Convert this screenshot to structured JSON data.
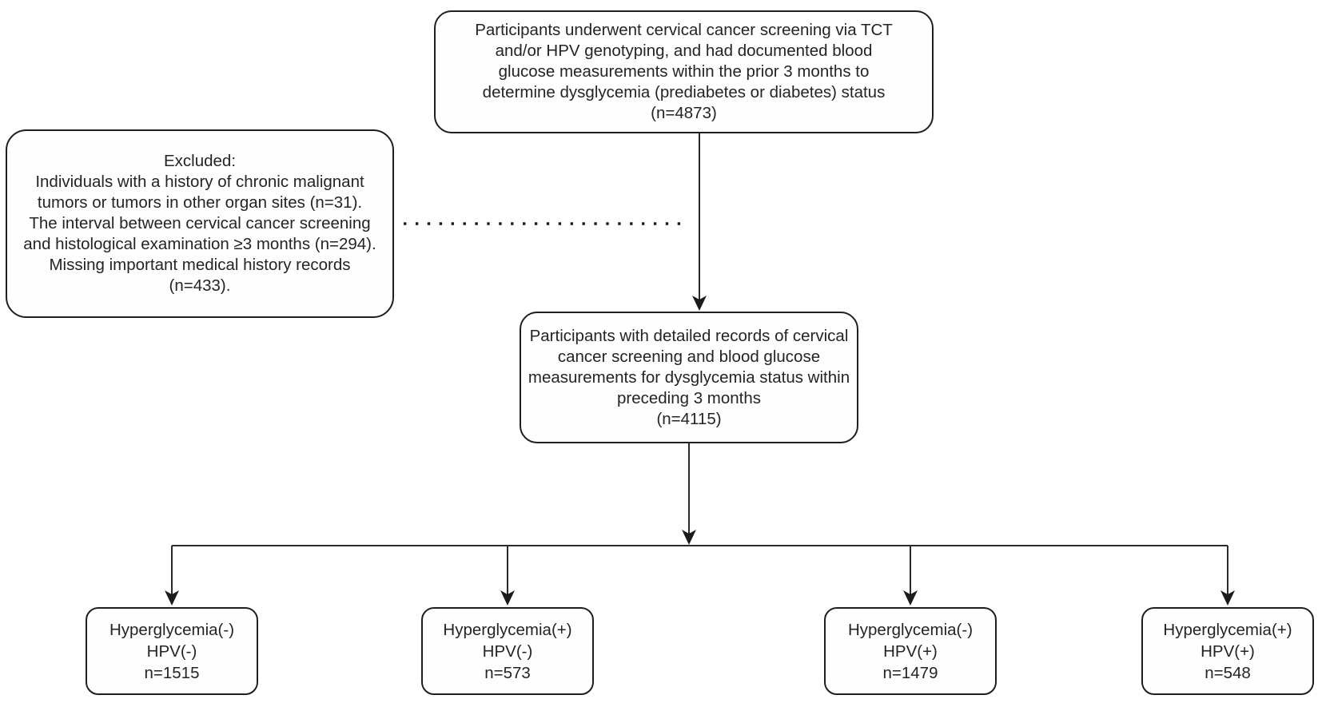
{
  "flowchart": {
    "top_box": {
      "lines": [
        "Participants underwent cervical cancer screening via TCT",
        "and/or HPV genotyping, and had documented blood",
        "glucose measurements within the prior 3 months to",
        "determine dysglycemia (prediabetes or diabetes) status",
        "(n=4873)"
      ]
    },
    "excluded_box": {
      "lines": [
        "Excluded:",
        "Individuals with a history of chronic malignant",
        "tumors or tumors in other organ sites (n=31).",
        "The interval between cervical cancer screening",
        "and histological examination ≥3 months (n=294).",
        "Missing important medical history records",
        "(n=433)."
      ]
    },
    "middle_box": {
      "lines": [
        "Participants with detailed records of cervical",
        "cancer screening and blood glucose",
        "measurements for dysglycemia status within",
        "preceding 3 months",
        "(n=4115)"
      ]
    },
    "outcome_boxes": [
      {
        "lines": [
          "Hyperglycemia(-)",
          "HPV(-)",
          "n=1515"
        ]
      },
      {
        "lines": [
          "Hyperglycemia(+)",
          "HPV(-)",
          "n=573"
        ]
      },
      {
        "lines": [
          "Hyperglycemia(-)",
          "HPV(+)",
          "n=1479"
        ]
      },
      {
        "lines": [
          "Hyperglycemia(+)",
          "HPV(+)",
          "n=548"
        ]
      }
    ],
    "colors": {
      "background": "#ffffff",
      "box_border": "#1f1f1f",
      "text": "#242424",
      "connector": "#2b2b2b"
    }
  }
}
